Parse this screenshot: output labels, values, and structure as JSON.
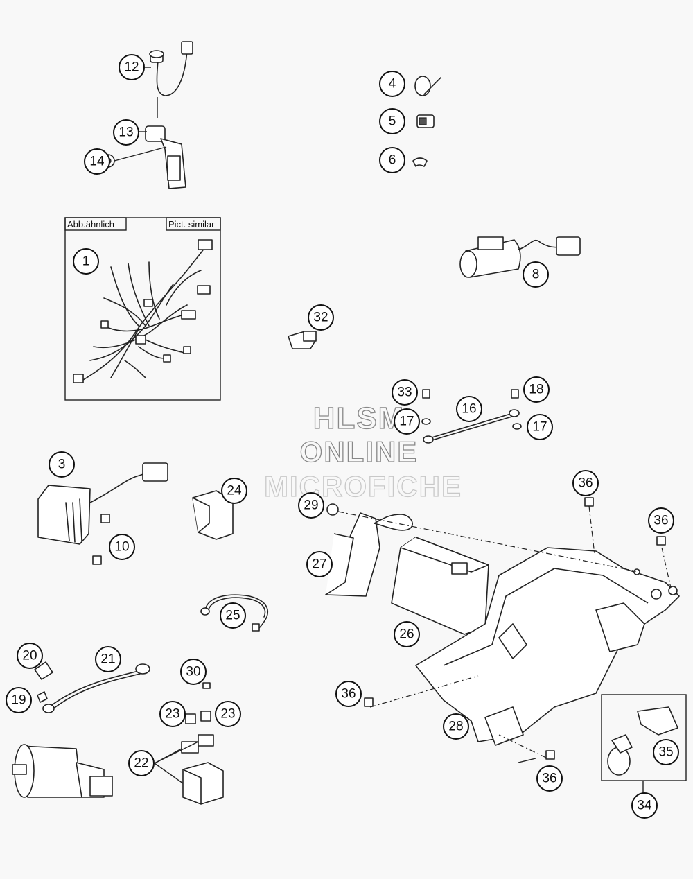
{
  "diagram": {
    "tags": {
      "german": "Abb.ähnlich",
      "english": "Pict. similar"
    },
    "watermark": {
      "line1": "HLSM",
      "line2": "ONLINE",
      "line3": "MICROFICHE"
    },
    "callouts": [
      "1",
      "3",
      "4",
      "5",
      "6",
      "8",
      "10",
      "12",
      "13",
      "14",
      "16",
      "17",
      "17",
      "18",
      "19",
      "20",
      "21",
      "22",
      "23",
      "23",
      "24",
      "25",
      "26",
      "27",
      "28",
      "29",
      "30",
      "32",
      "33",
      "34",
      "35",
      "36",
      "36",
      "36",
      "36"
    ]
  }
}
